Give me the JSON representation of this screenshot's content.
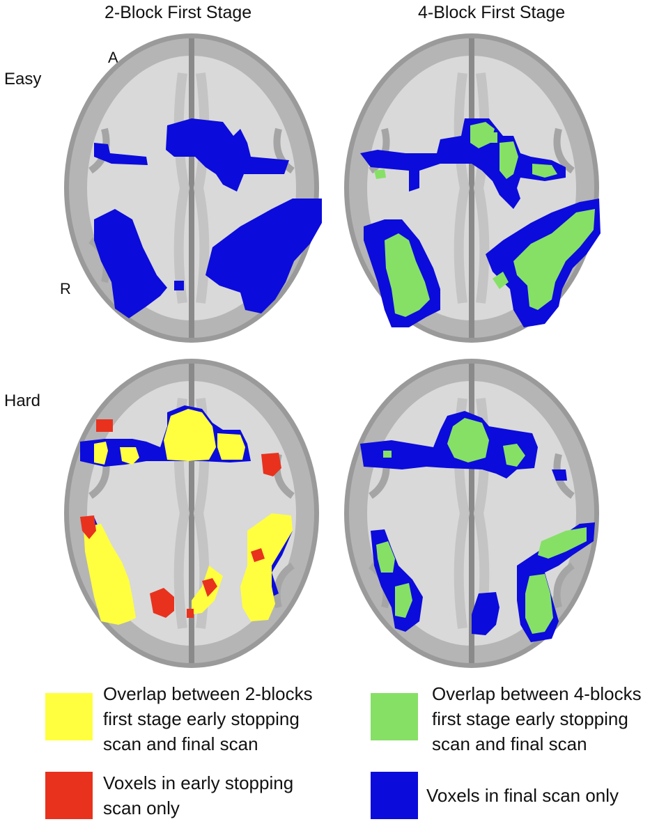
{
  "columns": {
    "left": "2-Block First Stage",
    "right": "4-Block First Stage"
  },
  "rows": {
    "top": "Easy",
    "bottom": "Hard"
  },
  "orientation": {
    "anterior": "A",
    "right": "R"
  },
  "colors": {
    "overlap_2block": "#ffff40",
    "early_only": "#e8321e",
    "overlap_4block": "#86e066",
    "final_only": "#0b0bdc",
    "brain_gray": "#a9a9a9",
    "white_matter": "#dcdcdc"
  },
  "legend": {
    "overlap_2block": "Overlap between 2-blocks first stage early stopping scan and final scan",
    "overlap_4block": "Overlap between 4-blocks first stage early stopping scan and final scan",
    "early_only": "Voxels in early stopping scan only",
    "final_only": "Voxels in final scan only"
  }
}
